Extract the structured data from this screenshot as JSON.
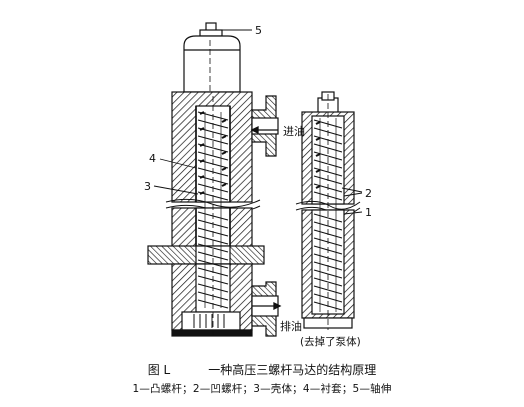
{
  "figure": {
    "number": "图 L",
    "title": "一种高压三螺杆马达的结构原理",
    "legend": "1—凸螺杆；2—凹螺杆；3—壳体；4—衬套；5—轴伸"
  },
  "labels": {
    "inlet": "进油",
    "outlet": "排油",
    "removed_housing": "(去掉了泵体)",
    "callouts": [
      "1",
      "2",
      "3",
      "4",
      "5"
    ]
  }
}
